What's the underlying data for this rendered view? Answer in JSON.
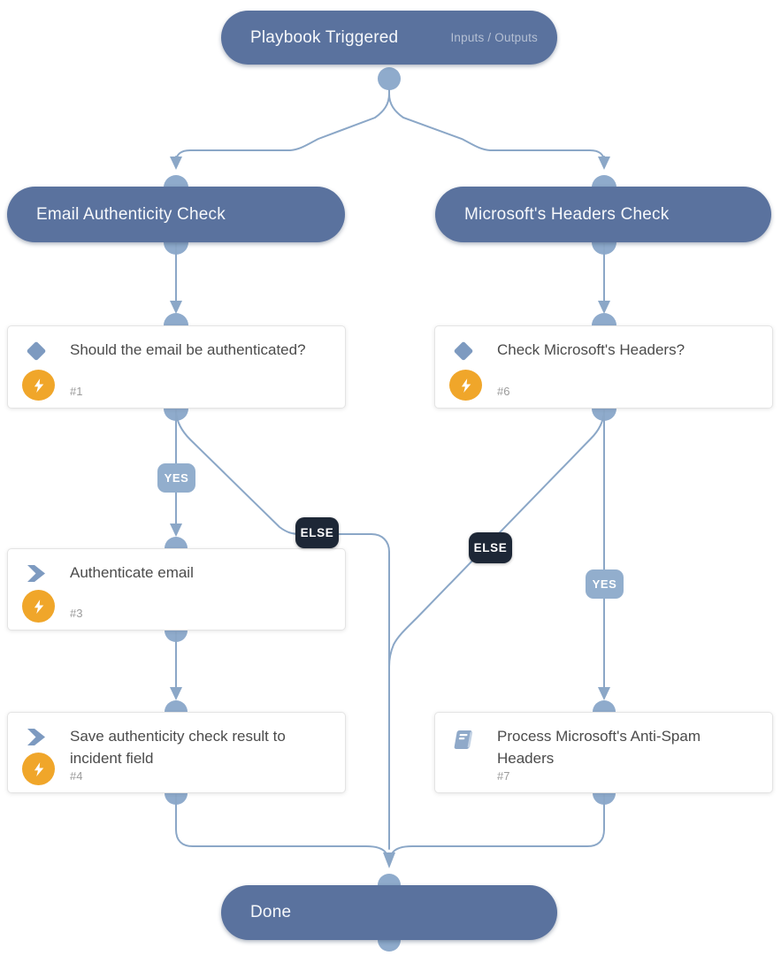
{
  "diagram": {
    "trigger": {
      "title": "Playbook Triggered",
      "link": "Inputs / Outputs"
    },
    "sections": {
      "left": {
        "title": "Email Authenticity Check"
      },
      "right": {
        "title": "Microsoft's Headers Check"
      }
    },
    "tasks": {
      "cond1": {
        "title": "Should the email be authenticated?",
        "id": "#1",
        "type": "condition",
        "icons": [
          "diamond-icon",
          "bolt-icon"
        ]
      },
      "cond6": {
        "title": "Check Microsoft's Headers?",
        "id": "#6",
        "type": "condition",
        "icons": [
          "diamond-icon",
          "bolt-icon"
        ]
      },
      "task3": {
        "title": "Authenticate email",
        "id": "#3",
        "type": "automation-task",
        "icons": [
          "chevron-icon",
          "bolt-icon"
        ]
      },
      "task4": {
        "title": "Save authenticity check result to incident field",
        "id": "#4",
        "type": "automation-task",
        "icons": [
          "chevron-icon",
          "bolt-icon"
        ]
      },
      "task7": {
        "title": "Process Microsoft's Anti-Spam Headers",
        "id": "#7",
        "type": "sub-playbook",
        "icons": [
          "book-icon"
        ]
      }
    },
    "done": {
      "title": "Done"
    },
    "edge_labels": {
      "yes_left": "YES",
      "else_left": "ELSE",
      "else_right": "ELSE",
      "yes_right": "YES"
    },
    "colors": {
      "pill_blue": "#5a729e",
      "connector_dot": "#8fabcc",
      "edge_line": "#8ba7c7",
      "yes_bg": "#92aecd",
      "else_bg": "#1d2736",
      "accent_orange": "#f0a62a",
      "icon_blue": "#7d9ac0",
      "title_text": "#4b4b4b",
      "id_text": "#9b9b9b"
    }
  }
}
